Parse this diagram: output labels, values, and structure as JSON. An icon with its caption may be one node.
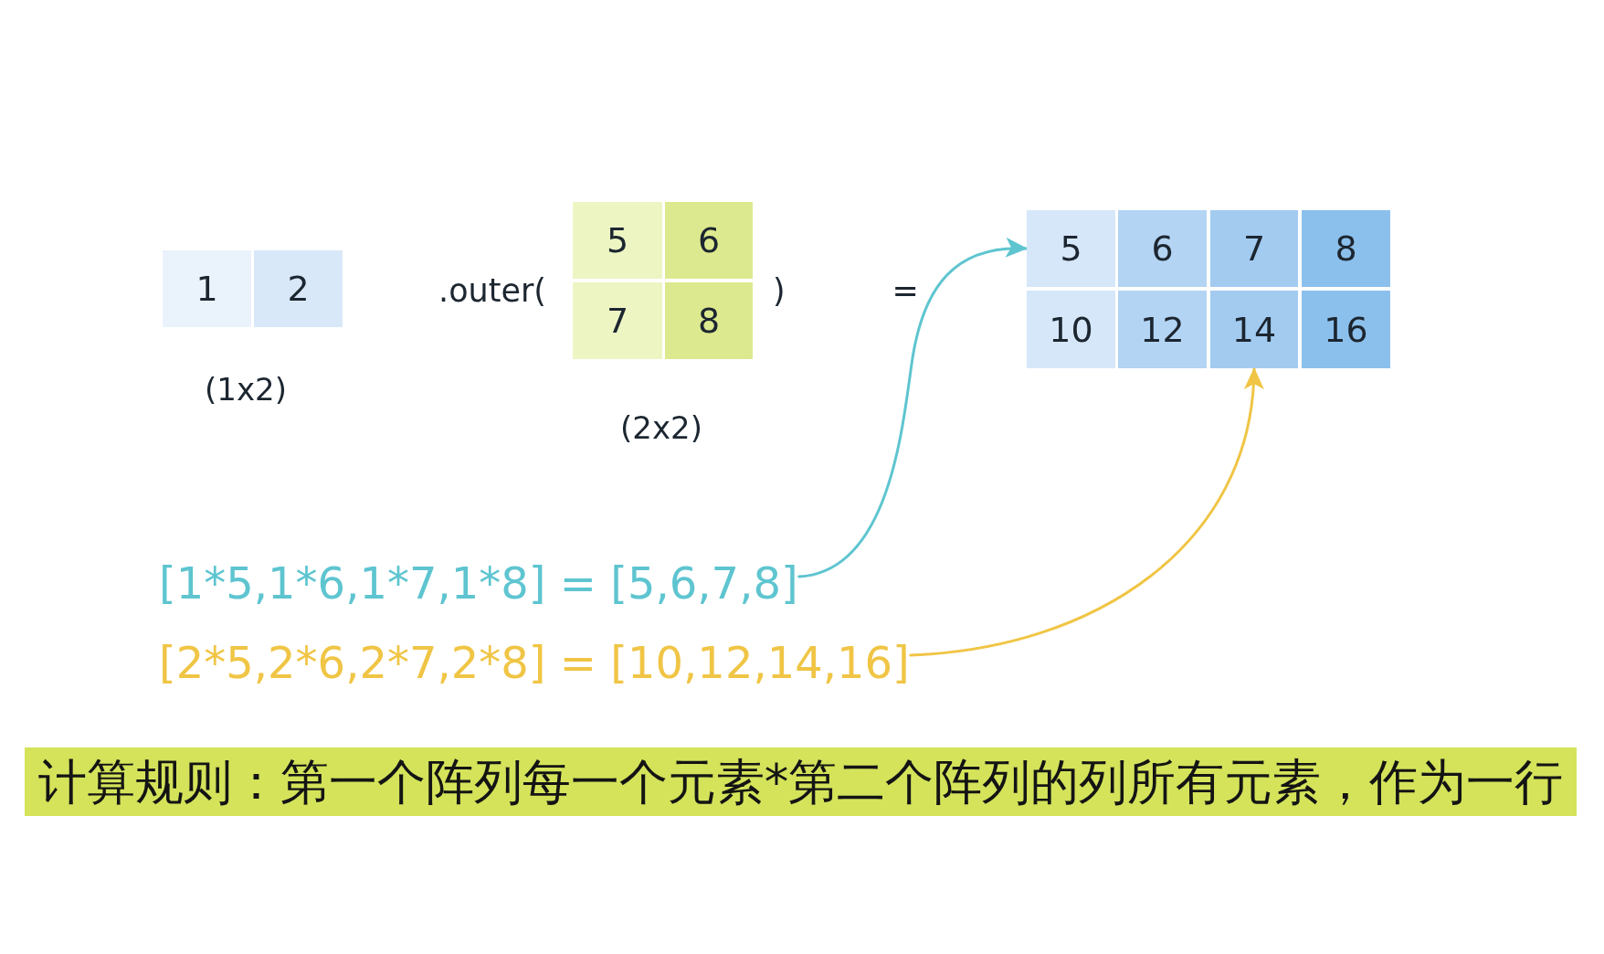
{
  "diagram": {
    "nodes": [
      {
        "text": [
          "1"
        ]
      },
      {
        "text": [
          "2"
        ]
      },
      {
        "text": [
          "5"
        ]
      },
      {
        "text": [
          "6"
        ]
      },
      {
        "text": [
          "7"
        ]
      },
      {
        "text": [
          "8"
        ]
      },
      {
        "text": [
          "5"
        ]
      },
      {
        "text": [
          "6"
        ]
      },
      {
        "text": [
          "7"
        ]
      },
      {
        "text": [
          "8"
        ]
      },
      {
        "text": [
          "10"
        ]
      },
      {
        "text": [
          "12"
        ]
      },
      {
        "text": [
          "14"
        ]
      },
      {
        "text": [
          "16"
        ]
      },
      {
        "text": [
          "[1*5,1*6,1*7,1*8] = [5,6,7,8]"
        ]
      },
      {
        "text": [
          "[2*5,2*6,2*7,2*8] = [10,12,14,16]"
        ]
      },
      {
        "text": [
          "计算规则：第一个阵列每一个元素*第二个阵列的列所有元素，作为一行"
        ]
      }
    ],
    "edges": [
      {
        "from": 14,
        "to": 6,
        "arrow": "to",
        "color": "#5ec5d0"
      },
      {
        "from": 15,
        "to": 12,
        "arrow": "to",
        "color": "#f0c545"
      }
    ],
    "labels": [
      ".outer(",
      ")",
      "=",
      "(1x2)",
      "(2x2)"
    ]
  }
}
